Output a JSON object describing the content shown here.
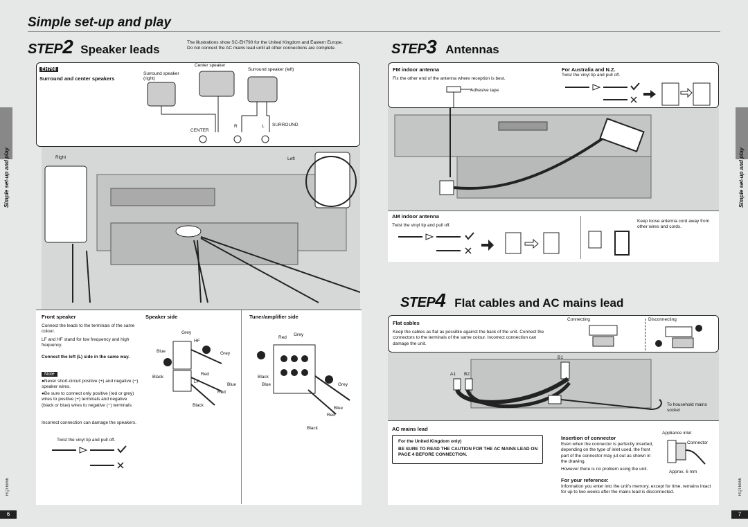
{
  "page_title": "Simple set-up and play",
  "side_label": "Simple set-up and play",
  "page_left": "6",
  "page_right": "7",
  "doc_code": "RQT6866",
  "step2": {
    "word": "STEP",
    "num": "2",
    "title": "Speaker leads",
    "intro1": "The illustrations show SC-EH790 for the United Kingdom and Eastern Europe.",
    "intro2": "Do not connect the AC mains lead until all other connections are complete.",
    "tag": "EH790",
    "subtitle": "Surround and center speakers",
    "labels": {
      "center": "Center speaker",
      "surround_right": "Surround speaker (right)",
      "surround_left": "Surround speaker (left)",
      "CENTER": "CENTER",
      "SURROUND": "SURROUND",
      "R": "R",
      "L": "L",
      "right": "Right",
      "left": "Left"
    },
    "front_title": "Front speaker",
    "front_text1": "Connect the leads to the terminals of the same colour.",
    "front_text2": "LF and HF stand for low frequency and high frequency.",
    "front_bold": "Connect the left (L) side in the same way.",
    "note_tag": "Note",
    "note1": "●Never short-circuit positive (+) and negative (−) speaker wires.",
    "note2": "●Be sure to connect only positive (red or grey) wires to positive (+) terminals and negative (black or blue) wires to negative (−) terminals.",
    "incorrect": "Incorrect connection can damage the speakers.",
    "twist": "Twist the vinyl tip and pull off.",
    "speaker_side": "Speaker side",
    "tuner_side": "Tuner/amplifier side",
    "colors": {
      "grey": "Grey",
      "blue": "Blue",
      "black": "Black",
      "red": "Red",
      "hf": "HF",
      "lf": "LF"
    }
  },
  "step3": {
    "word": "STEP",
    "num": "3",
    "title": "Antennas",
    "fm_title": "FM indoor antenna",
    "fm_text": "Fix the other end of the antenna where reception is best.",
    "adhesive": "Adhesive tape",
    "aus_title": "For Australia and N.Z.",
    "aus_text": "Twist the vinyl tip and pull off.",
    "am_title": "AM indoor antenna",
    "am_text": "Twist the vinyl tip and pull off.",
    "keep_loose": "Keep loose antenna cord away from other wires and cords."
  },
  "step4": {
    "word": "STEP",
    "num": "4",
    "title": "Flat cables and AC mains lead",
    "flat_title": "Flat cables",
    "flat_text": "Keep the cables as flat as possible against the back of the unit. Connect the connectors to the terminals of the same colour. Incorrect connection can damage the unit.",
    "connecting": "Connecting",
    "disconnecting": "Disconnecting",
    "a1": "A1",
    "b2": "B2",
    "b1": "B1",
    "household": "To household mains socket",
    "ac_title": "AC mains lead",
    "uk_title": "For the United Kingdom only)",
    "uk_caution": "BE SURE TO READ THE CAUTION FOR THE AC MAINS LEAD ON PAGE 4 BEFORE CONNECTION.",
    "insertion_title": "Insertion of connector",
    "insertion_text": "Even when the connector is perfectly inserted, depending on the type of inlet used, the front part of the connector may jut out as shown in the drawing.",
    "insertion_text2": "However there is no problem using the unit.",
    "approx": "Approx. 6 mm",
    "appliance_inlet": "Appliance inlet",
    "connector": "Connector",
    "ref_title": "For your reference:",
    "ref_text": "Information you enter into the unit's memory, except for time, remains intact for up to two weeks after the mains lead is disconnected."
  }
}
